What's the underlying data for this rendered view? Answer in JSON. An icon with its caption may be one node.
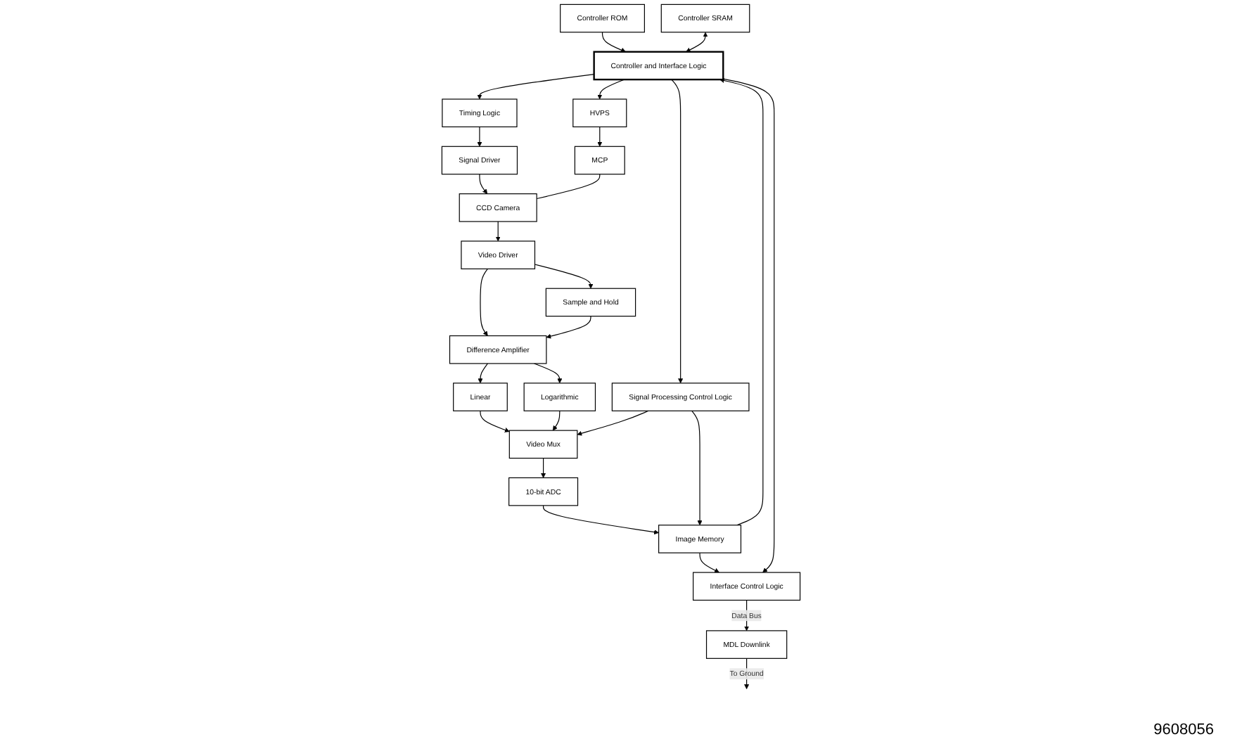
{
  "diagram": {
    "nodes": [
      {
        "text": [
          "Controller ROM"
        ]
      },
      {
        "text": [
          "Controller SRAM"
        ]
      },
      {
        "text": [
          "HVPS"
        ]
      },
      {
        "text": [
          "MCP"
        ]
      },
      {
        "text": [
          "Timing Logic"
        ]
      },
      {
        "text": [
          "Signal Driver"
        ]
      },
      {
        "text": [
          "CCD Camera"
        ]
      },
      {
        "text": [
          "Controller and Interface Logic"
        ]
      },
      {
        "text": [
          "Video Driver"
        ]
      },
      {
        "text": [
          "MDL Downlink"
        ]
      },
      {
        "text": [
          "Difference Amplifier"
        ]
      },
      {
        "text": [
          "Sample and Hold"
        ]
      },
      {
        "text": [
          "Linear"
        ]
      },
      {
        "text": [
          "Logarithmic"
        ]
      },
      {
        "text": [
          "Signal Processing Control Logic"
        ]
      },
      {
        "text": [
          "Video Mux"
        ]
      },
      {
        "text": [
          "Interface Control Logic"
        ]
      },
      {
        "text": [
          "Image Memory"
        ]
      },
      {
        "text": [
          "10-bit ADC"
        ]
      }
    ],
    "edges": [
      {
        "from": 0,
        "to": 7,
        "arrow": "to"
      },
      {
        "from": 1,
        "to": 7,
        "arrow": "both"
      },
      {
        "from": 7,
        "to": 2,
        "arrow": "to"
      },
      {
        "from": 7,
        "to": 4,
        "arrow": "to"
      },
      {
        "from": 2,
        "to": 3,
        "arrow": "to"
      },
      {
        "from": 4,
        "to": 5,
        "arrow": "to"
      },
      {
        "from": 5,
        "to": 6,
        "arrow": "to"
      },
      {
        "from": 3,
        "to": 6,
        "arrow": "none"
      },
      {
        "from": 6,
        "to": 8,
        "arrow": "to"
      },
      {
        "from": 8,
        "to": 10,
        "arrow": "to"
      },
      {
        "from": 8,
        "to": 11,
        "arrow": "to"
      },
      {
        "from": 11,
        "to": 10,
        "arrow": "to"
      },
      {
        "from": 10,
        "to": 12,
        "arrow": "to"
      },
      {
        "from": 10,
        "to": 13,
        "arrow": "to"
      },
      {
        "from": 12,
        "to": 15,
        "arrow": "to"
      },
      {
        "from": 13,
        "to": 15,
        "arrow": "to"
      },
      {
        "from": 7,
        "to": 14,
        "arrow": "to"
      },
      {
        "from": 14,
        "to": 15,
        "arrow": "to"
      },
      {
        "from": 15,
        "to": 18,
        "arrow": "to"
      },
      {
        "from": 18,
        "to": 17,
        "arrow": "to"
      },
      {
        "from": 14,
        "to": 17,
        "arrow": "to"
      },
      {
        "from": 17,
        "to": 7,
        "arrow": "to"
      },
      {
        "from": 17,
        "to": 16,
        "arrow": "to"
      },
      {
        "from": 7,
        "to": 16,
        "arrow": "to"
      },
      {
        "from": 16,
        "to": 9,
        "arrow": "to",
        "label": "Data Bus"
      },
      {
        "from": 9,
        "to": null,
        "arrow": "to",
        "label": "To Ground"
      }
    ],
    "labels": [
      "9608056"
    ]
  }
}
